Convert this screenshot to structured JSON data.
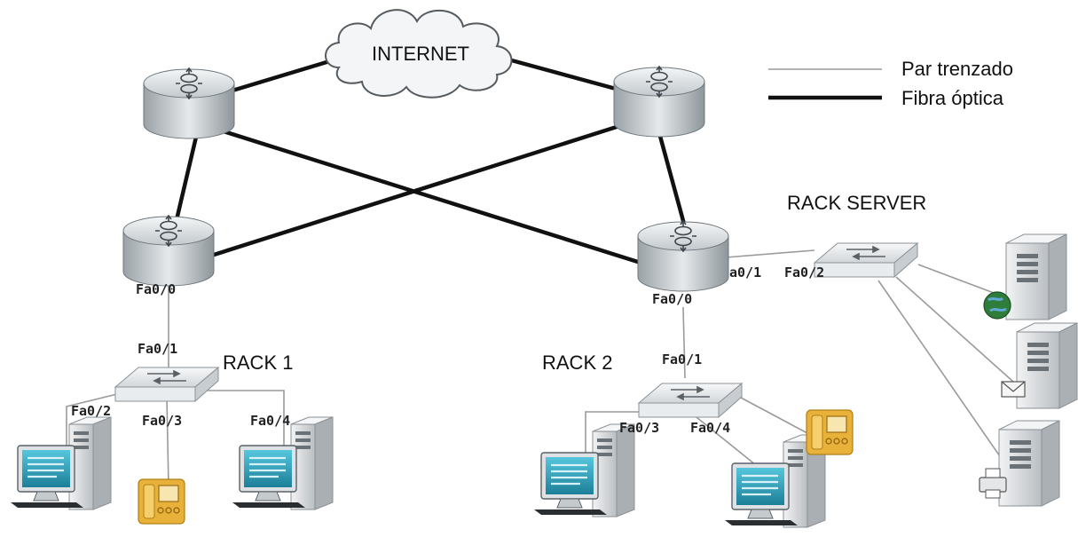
{
  "legend": {
    "twisted_pair": "Par trenzado",
    "fiber_optic": "Fibra óptica"
  },
  "labels": {
    "cloud": "INTERNET",
    "rack_server": "RACK SERVER",
    "rack1": "RACK 1",
    "rack2": "RACK 2"
  },
  "ports": {
    "r3_fa00": "Fa0/0",
    "sw1_fa01": "Fa0/1",
    "sw1_fa02": "Fa0/2",
    "sw1_fa03": "Fa0/3",
    "sw1_fa04": "Fa0/4",
    "r4_fa01": "a0/1",
    "srvsw_fa02": "Fa0/2",
    "r4_fa00": "Fa0/0",
    "sw2_fa01": "Fa0/1",
    "sw2_fa03": "Fa0/3",
    "sw2_fa04": "Fa0/4"
  },
  "colors": {
    "router_body": "#c9cfd3",
    "switch_body": "#e3e6e8",
    "phone": "#e8b13a",
    "screen": "#1f9bb7",
    "globe": "#2f7d3a"
  },
  "icons": {
    "router": "router-icon",
    "switch": "switch-icon",
    "pc": "pc-icon",
    "phone": "ip-phone-icon",
    "server": "server-icon",
    "cloud": "cloud-icon"
  }
}
